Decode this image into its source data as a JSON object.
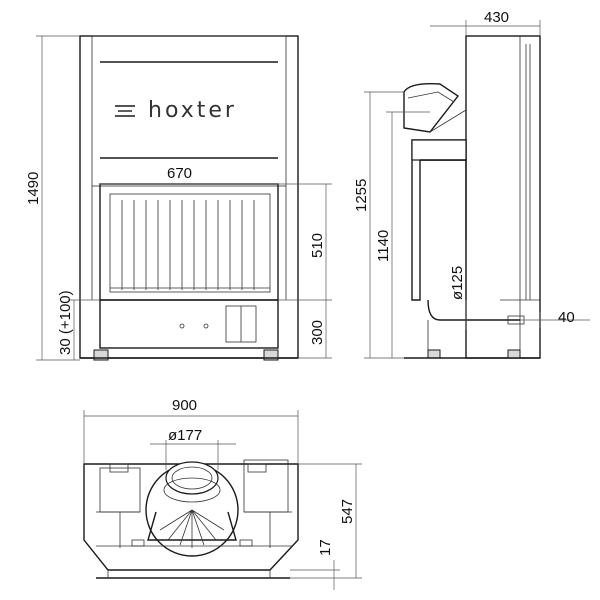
{
  "brand": "hoxter",
  "dimensions": {
    "height_total": "1490",
    "height_base": "30 (+100)",
    "width_window": "670",
    "height_window": "510",
    "height_plinth": "300",
    "depth": "430",
    "height_flue_top": "1255",
    "height_flue_center": "1140",
    "flue_diameter_side": "ø125",
    "offset": "40",
    "width_total": "900",
    "flue_diameter_top": "ø177",
    "depth_top": "547",
    "front_offset": "17"
  }
}
